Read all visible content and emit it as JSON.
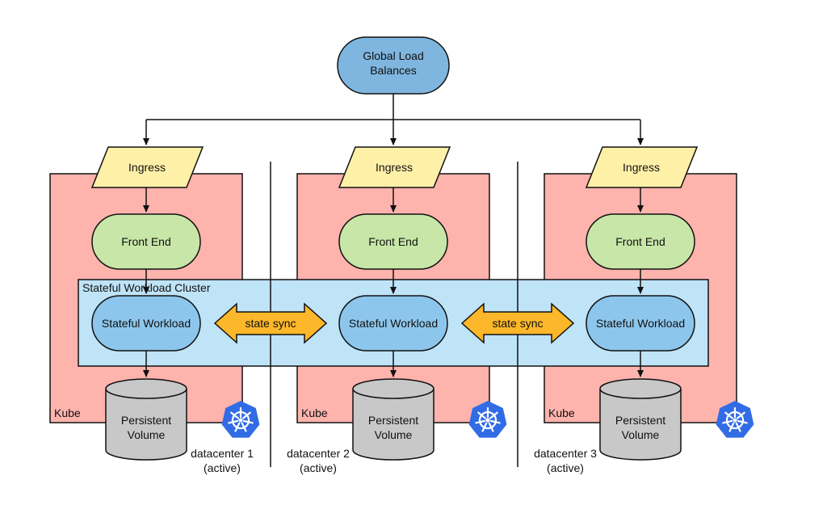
{
  "colors": {
    "kube_fill": "#ffb3ad",
    "cluster_fill": "#bfe3f7",
    "ingress_fill": "#fff0a8",
    "frontend_fill": "#c8e6a8",
    "workload_fill": "#8dc6ec",
    "balancer_fill": "#7fb6df",
    "volume_fill": "#c8c8c8",
    "sync_fill": "#fcb72a",
    "k8s_blue": "#326ce5",
    "stroke": "#111111"
  },
  "global_lb": {
    "line1": "Global Load",
    "line2": "Balances"
  },
  "cluster_label": "Stateful Workload Cluster",
  "sync_label": "state sync",
  "datacenters": [
    {
      "ingress": "Ingress",
      "frontend": "Front End",
      "workload": "Stateful Workload",
      "kube": "Kube",
      "volume_line1": "Persistent",
      "volume_line2": "Volume",
      "name": "datacenter 1",
      "status": "(active)",
      "k8s_icon": "kubernetes-icon"
    },
    {
      "ingress": "Ingress",
      "frontend": "Front End",
      "workload": "Stateful Workload",
      "kube": "Kube",
      "volume_line1": "Persistent",
      "volume_line2": "Volume",
      "name": "datacenter 2",
      "status": "(active)",
      "k8s_icon": "kubernetes-icon"
    },
    {
      "ingress": "Ingress",
      "frontend": "Front End",
      "workload": "Stateful Workload",
      "kube": "Kube",
      "volume_line1": "Persistent",
      "volume_line2": "Volume",
      "name": "datacenter 3",
      "status": "(active)",
      "k8s_icon": "kubernetes-icon"
    }
  ]
}
